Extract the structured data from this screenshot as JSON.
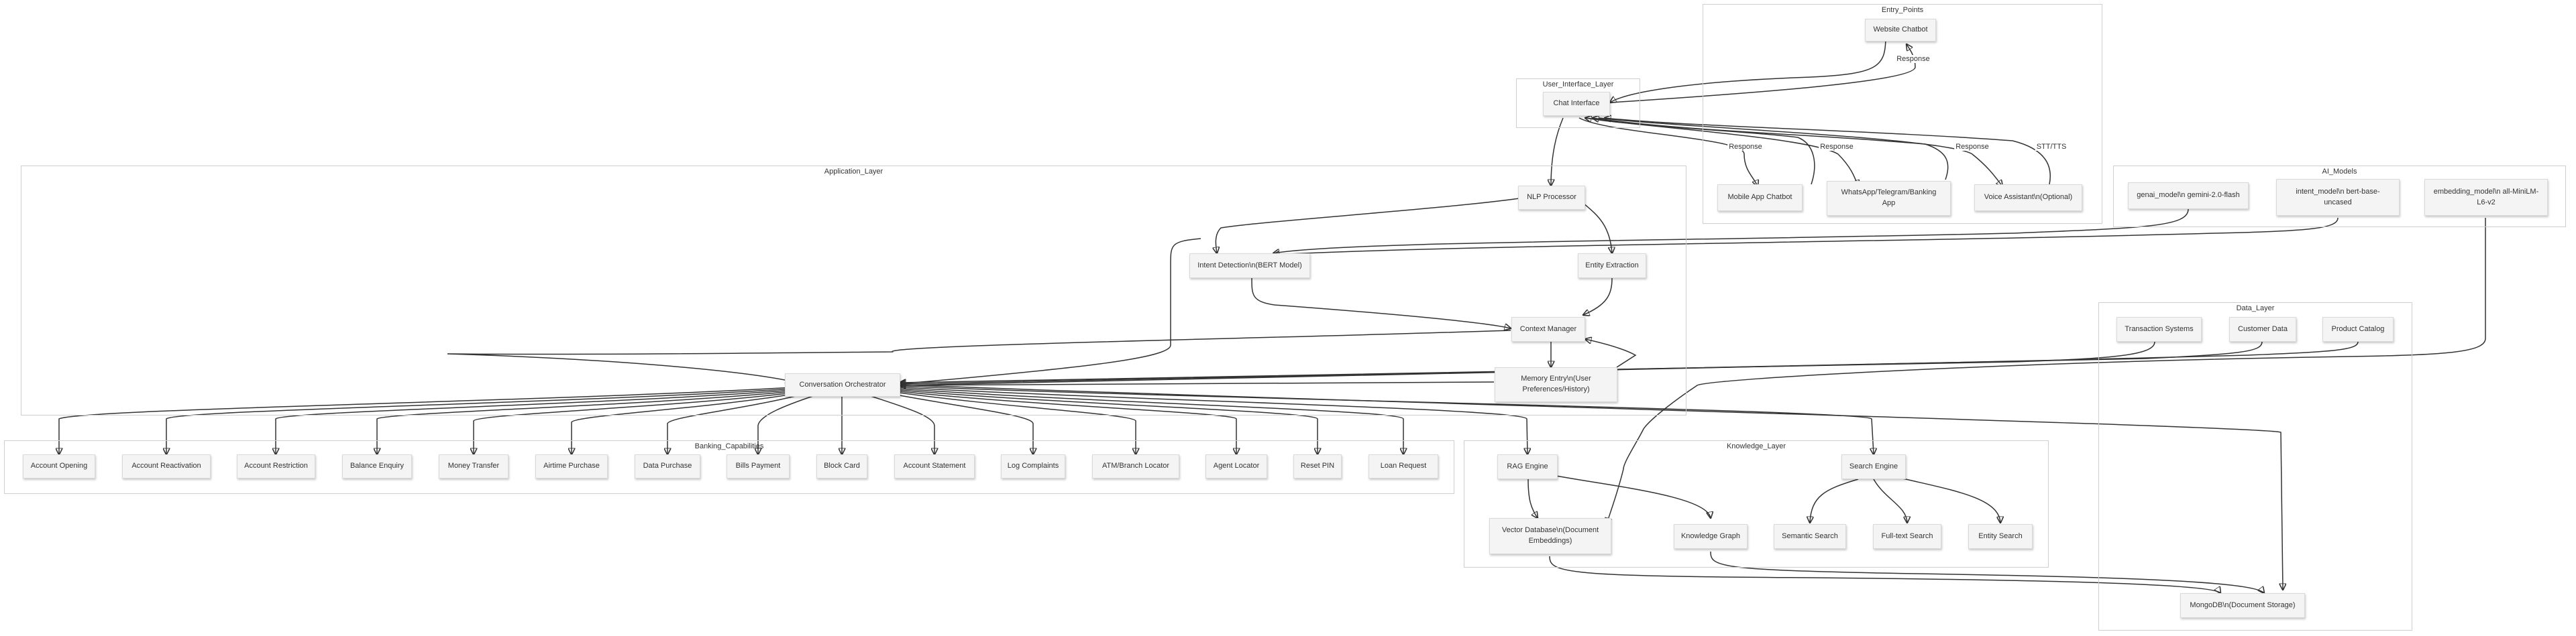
{
  "clusters": {
    "entry_points": "Entry_Points",
    "ui_layer": "User_Interface_Layer",
    "application_layer": "Application_Layer",
    "ai_models": "AI_Models",
    "data_layer": "Data_Layer",
    "banking_capabilities": "Banking_Capabilities",
    "knowledge_layer": "Knowledge_Layer"
  },
  "nodes": {
    "website_chatbot": "Website Chatbot",
    "chat_interface": "Chat Interface",
    "mobile_app_chatbot": "Mobile App Chatbot",
    "whatsapp_app": "WhatsApp/Telegram/Banking\nApp",
    "voice_assistant": "Voice Assistant\\n(Optional)",
    "nlp_processor": "NLP Processor",
    "intent_detection": "Intent Detection\\n(BERT Model)",
    "entity_extraction": "Entity Extraction",
    "context_manager": "Context Manager",
    "memory_entry": "Memory Entry\\n(User\nPreferences/History)",
    "conversation_orchestrator": "Conversation Orchestrator",
    "genai_model": "genai_model\\n gemini-2.0-flash",
    "intent_model": "intent_model\\n bert-base-\nuncased",
    "embedding_model": "embedding_model\\n all-MiniLM-\nL6-v2",
    "transaction_systems": "Transaction Systems",
    "customer_data": "Customer Data",
    "product_catalog": "Product Catalog",
    "account_opening": "Account Opening",
    "account_reactivation": "Account Reactivation",
    "account_restriction": "Account Restriction",
    "balance_enquiry": "Balance Enquiry",
    "money_transfer": "Money Transfer",
    "airtime_purchase": "Airtime Purchase",
    "data_purchase": "Data Purchase",
    "bills_payment": "Bills Payment",
    "block_card": "Block Card",
    "account_statement": "Account Statement",
    "log_complaints": "Log Complaints",
    "atm_branch_locator": "ATM/Branch Locator",
    "agent_locator": "Agent Locator",
    "reset_pin": "Reset PIN",
    "loan_request": "Loan Request",
    "rag_engine": "RAG Engine",
    "search_engine": "Search Engine",
    "vector_database": "Vector Database\\n(Document\nEmbeddings)",
    "knowledge_graph": "Knowledge Graph",
    "semantic_search": "Semantic Search",
    "fulltext_search": "Full-text Search",
    "entity_search": "Entity Search",
    "mongodb": "MongoDB\\n(Document Storage)"
  },
  "edge_labels": {
    "response_website": "Response",
    "response_mobile": "Response",
    "response_whatsapp": "Response",
    "response_voice": "Response",
    "stt_tts": "STT/TTS"
  }
}
